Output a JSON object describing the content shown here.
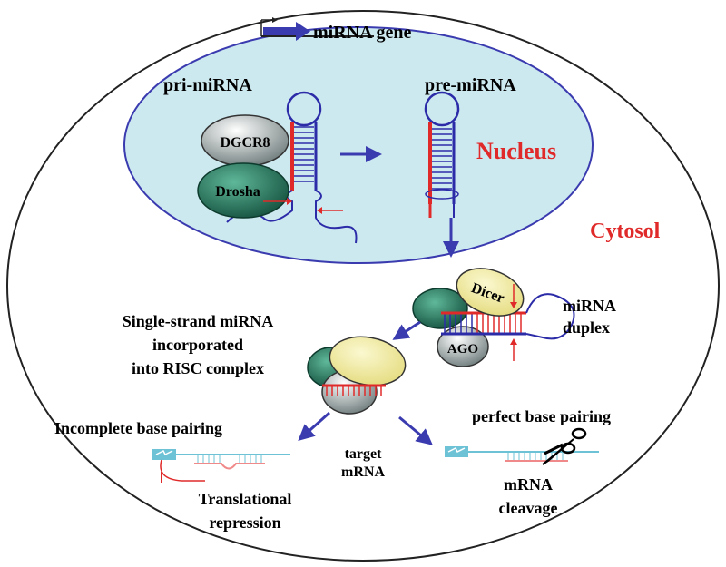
{
  "gene_label": "miRNA gene",
  "pri_label": "pri-miRNA",
  "pre_label": "pre-miRNA",
  "nucleus_label": "Nucleus",
  "cytosol_label": "Cytosol",
  "dgcr8_label": "DGCR8",
  "drosha_label": "Drosha",
  "dicer_label": "Dicer",
  "ago_label": "AGO",
  "duplex_label": [
    "miRNA",
    "duplex"
  ],
  "risc_label": [
    "Single-strand miRNA",
    "incorporated",
    "into RISC complex"
  ],
  "incomplete_label": "Incomplete base pairing",
  "perfect_label": "perfect base pairing",
  "target_label": [
    "target",
    "mRNA"
  ],
  "translational_label": [
    "Translational",
    "repression"
  ],
  "cleavage_label": [
    "mRNA",
    "cleavage"
  ],
  "colors": {
    "nucleus_fill": "#cde9f0",
    "nucleus_stroke": "#3b3bb0",
    "strand_blue": "#2c2ca8",
    "strand_red": "#e02a2a",
    "arrow": "#3b3bb0",
    "label_red": "#e02a2a",
    "protein_green": "#1f6e58",
    "protein_yellow": "#f3eda0",
    "protein_grey": "#9aa3a3"
  }
}
